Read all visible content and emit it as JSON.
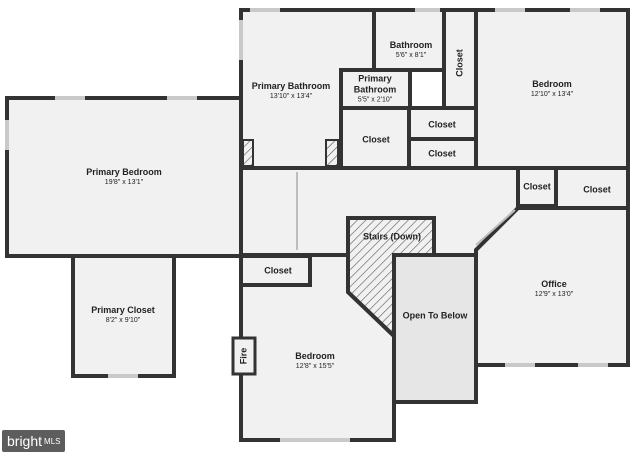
{
  "rooms": {
    "primary_bedroom": {
      "name": "Primary Bedroom",
      "dims": "19'8\" x 13'1\""
    },
    "primary_bathroom": {
      "name": "Primary Bathroom",
      "dims": "13'10\" x 13'4\""
    },
    "primary_bathroom_small": {
      "name": "Primary Bathroom",
      "dims": "5'5\" x 2'10\""
    },
    "bathroom": {
      "name": "Bathroom",
      "dims": "5'6\" x 8'1\""
    },
    "bedroom_ne": {
      "name": "Bedroom",
      "dims": "12'10\" x 13'4\""
    },
    "office": {
      "name": "Office",
      "dims": "12'9\" x 13'0\""
    },
    "primary_closet": {
      "name": "Primary Closet",
      "dims": "8'2\" x 9'10\""
    },
    "bedroom_s": {
      "name": "Bedroom",
      "dims": "12'8\" x 15'5\""
    },
    "stairs": {
      "name": "Stairs (Down)"
    },
    "open_below": {
      "name": "Open To Below"
    },
    "fire": {
      "name": "Fire"
    }
  },
  "closets": {
    "label": "Closet"
  },
  "logo": {
    "text": "bright",
    "sub": "MLS"
  }
}
